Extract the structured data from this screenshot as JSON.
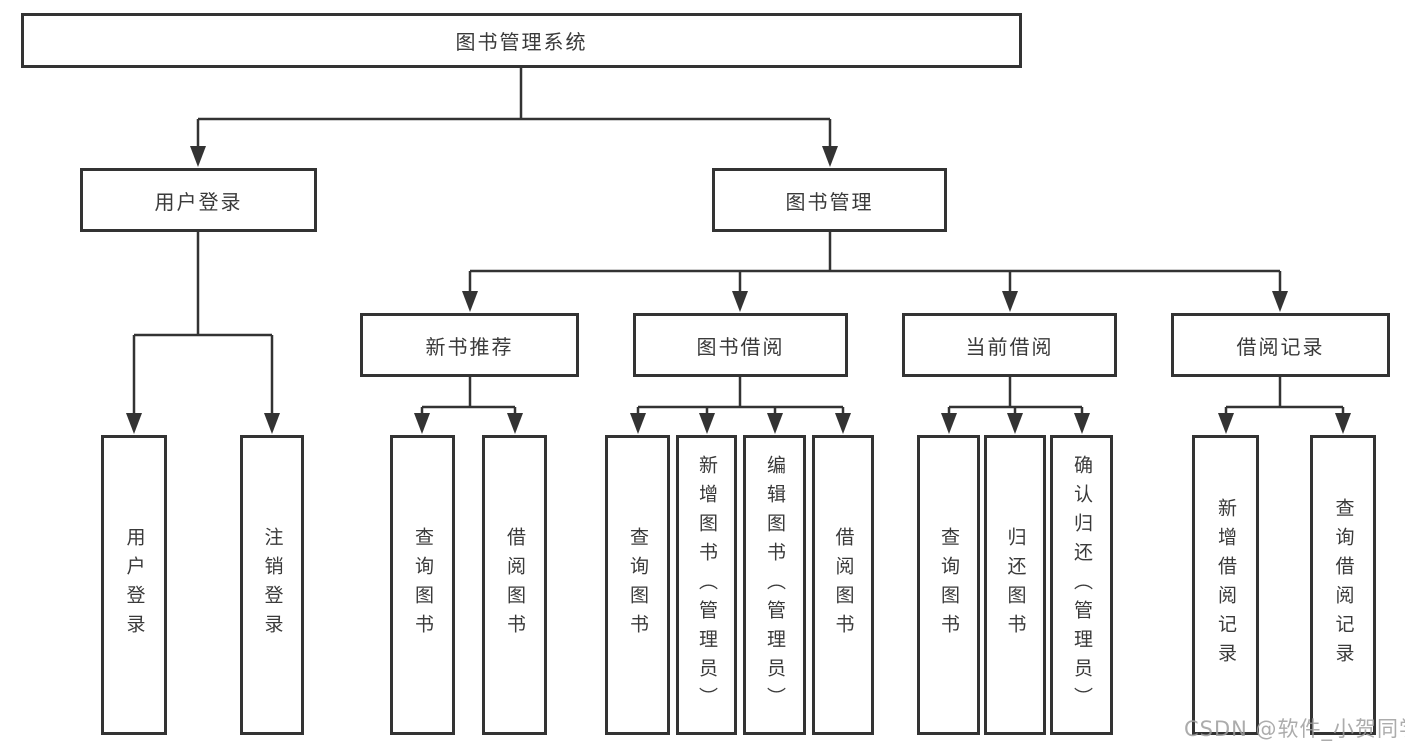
{
  "diagram": {
    "root": {
      "label": "图书管理系统"
    },
    "level2": {
      "user_login": {
        "label": "用户登录"
      },
      "book_mgmt": {
        "label": "图书管理"
      }
    },
    "level3": {
      "new_book": {
        "label": "新书推荐"
      },
      "borrow": {
        "label": "图书借阅"
      },
      "current": {
        "label": "当前借阅"
      },
      "records": {
        "label": "借阅记录"
      }
    },
    "leaves": {
      "user_login": [
        "用户登录",
        "注销登录"
      ],
      "new_book": [
        "查询图书",
        "借阅图书"
      ],
      "borrow": [
        "查询图书",
        "新增图书（管理员）",
        "编辑图书（管理员）",
        "借阅图书"
      ],
      "current": [
        "查询图书",
        "归还图书",
        "确认归还（管理员）"
      ],
      "records": [
        "新增借阅记录",
        "查询借阅记录"
      ]
    }
  },
  "watermark": {
    "text": "CSDN @软件_小贺同学"
  },
  "colors": {
    "line": "#333333",
    "text": "#3a3a3a",
    "box_bg": "#ffffff",
    "page_bg": "#ffffff",
    "watermark": "#9e9e9e"
  }
}
